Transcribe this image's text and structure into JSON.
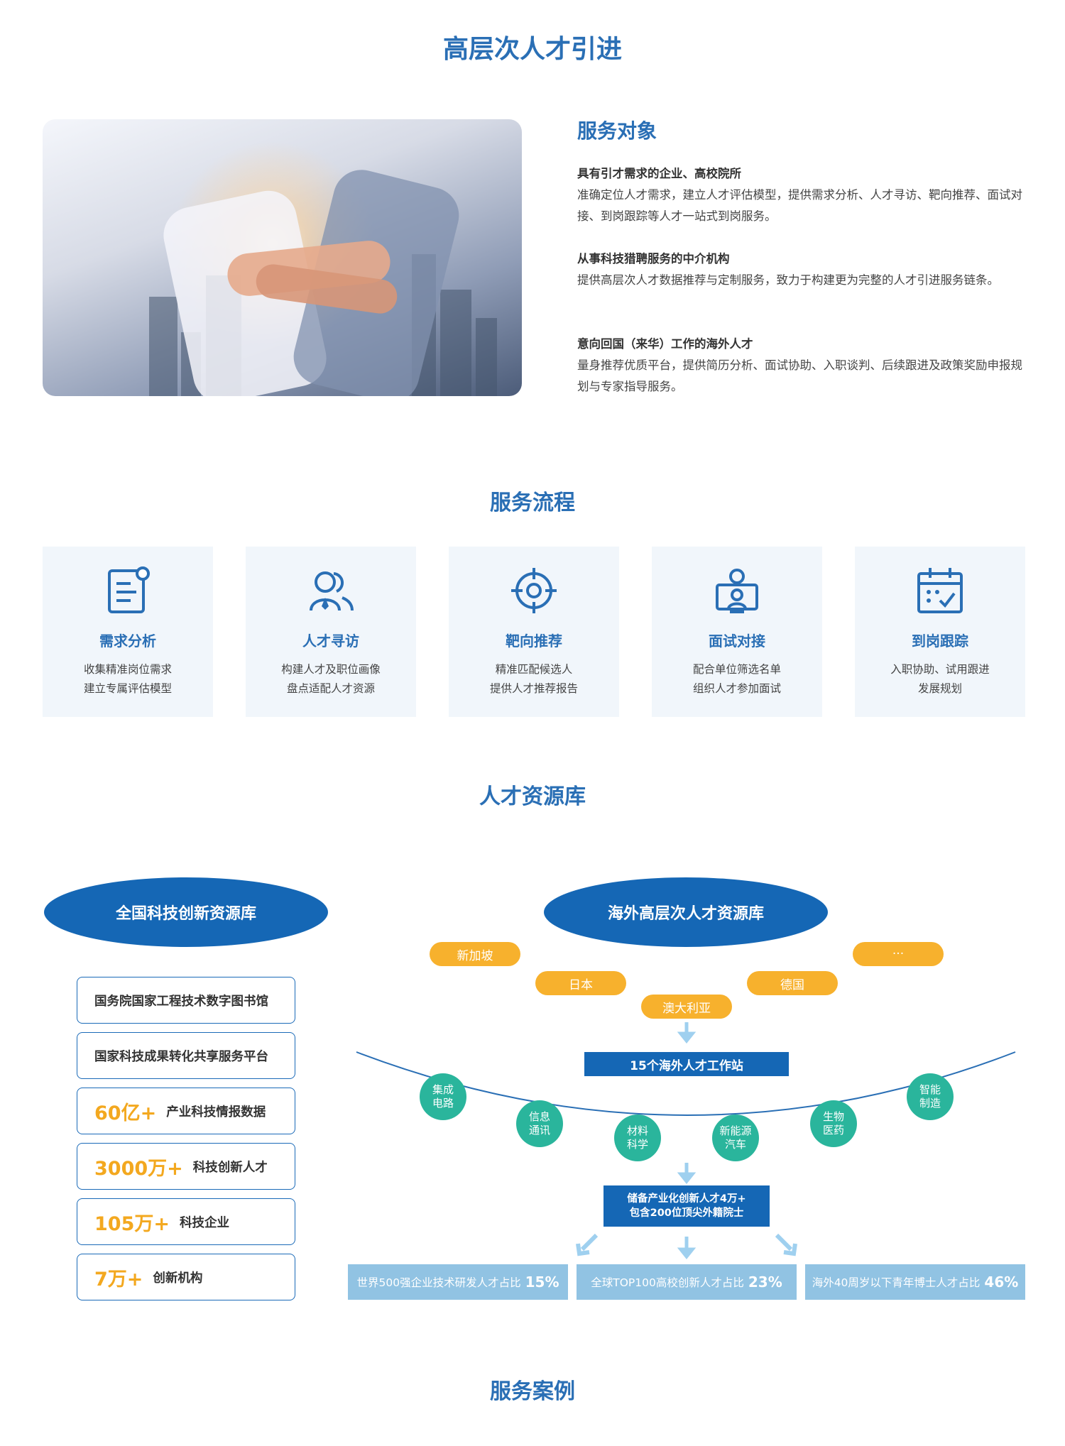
{
  "page_title": "高层次人才引进",
  "service_objects": {
    "heading": "服务对象",
    "items": [
      {
        "title": "具有引才需求的企业、高校院所",
        "desc": "准确定位人才需求，建立人才评估模型，提供需求分析、人才寻访、靶向推荐、面试对接、到岗跟踪等人才一站式到岗服务。"
      },
      {
        "title": "从事科技猎聘服务的中介机构",
        "desc": "提供高层次人才数据推荐与定制服务，致力于构建更为完整的人才引进服务链条。"
      },
      {
        "title": "意向回国（来华）工作的海外人才",
        "desc": "量身推荐优质平台，提供简历分析、面试协助、入职谈判、后续跟进及政策奖励申报规划与专家指导服务。"
      }
    ]
  },
  "service_flow": {
    "heading": "服务流程",
    "cards": [
      {
        "icon": "document-icon",
        "title": "需求分析",
        "line1": "收集精准岗位需求",
        "line2": "建立专属评估模型"
      },
      {
        "icon": "users-icon",
        "title": "人才寻访",
        "line1": "构建人才及职位画像",
        "line2": "盘点适配人才资源"
      },
      {
        "icon": "target-icon",
        "title": "靶向推荐",
        "line1": "精准匹配候选人",
        "line2": "提供人才推荐报告"
      },
      {
        "icon": "interview-icon",
        "title": "面试对接",
        "line1": "配合单位筛选名单",
        "line2": "组织人才参加面试"
      },
      {
        "icon": "calendar-check-icon",
        "title": "到岗跟踪",
        "line1": "入职协助、试用跟进",
        "line2": "发展规划"
      }
    ]
  },
  "talent_db": {
    "heading": "人才资源库",
    "national": {
      "label": "全国科技创新资源库",
      "boxes": [
        {
          "big": "",
          "text": "国务院国家工程技术数字图书馆"
        },
        {
          "big": "",
          "text": "国家科技成果转化共享服务平台"
        },
        {
          "big": "60亿+",
          "text": "产业科技情报数据"
        },
        {
          "big": "3000万+",
          "text": "科技创新人才"
        },
        {
          "big": "105万+",
          "text": "科技企业"
        },
        {
          "big": "7万+",
          "text": "创新机构"
        }
      ]
    },
    "overseas": {
      "label": "海外高层次人才资源库",
      "countries": [
        "新加坡",
        "日本",
        "澳大利亚",
        "德国",
        "···"
      ],
      "stations": "15个海外人才工作站",
      "fields": [
        "集成\n电路",
        "信息\n通讯",
        "材料\n科学",
        "新能源\n汽车",
        "生物\n医药",
        "智能\n制造"
      ],
      "reserve_line1": "储备产业化创新人才4万+",
      "reserve_line2": "包含200位顶尖外籍院士",
      "stats": [
        {
          "text": "世界500强企业技术研发人才占比",
          "value": "15%"
        },
        {
          "text": "全球TOP100高校创新人才占比",
          "value": "23%"
        },
        {
          "text": "海外40周岁以下青年博士人才占比",
          "value": "46%"
        }
      ]
    }
  },
  "cases": {
    "heading": "服务案例"
  },
  "colors": {
    "primary": "#2a6fb5",
    "dark_blue": "#1567b5",
    "orange": "#f7b12d",
    "teal": "#2ab59c",
    "light_blue": "#91c3e3",
    "card_bg": "#f1f6fb"
  }
}
